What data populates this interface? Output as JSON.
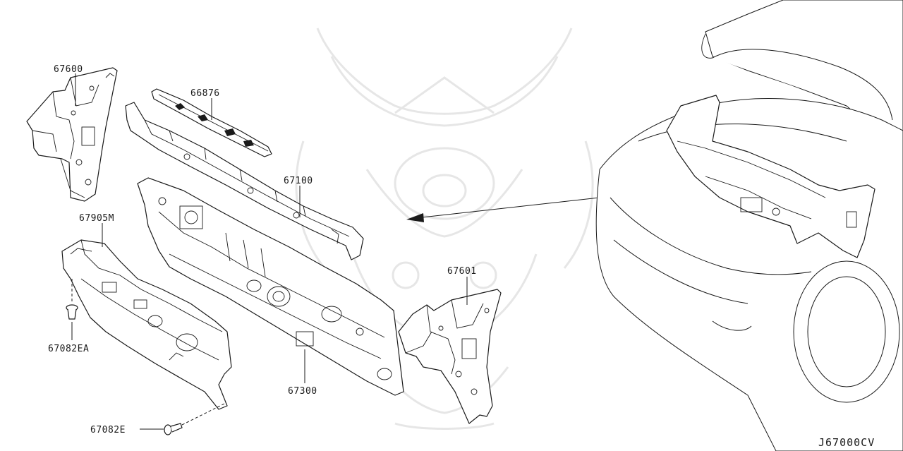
{
  "diagram_code": "J67000CV",
  "parts": {
    "dash_side_left": "67600",
    "cowl_top_seal": "66876",
    "cowl_top": "67100",
    "dash_insulator": "67905M",
    "clip_a": "67082EA",
    "dash_panel": "67300",
    "dash_side_right": "67601",
    "clip_b": "67082E"
  }
}
